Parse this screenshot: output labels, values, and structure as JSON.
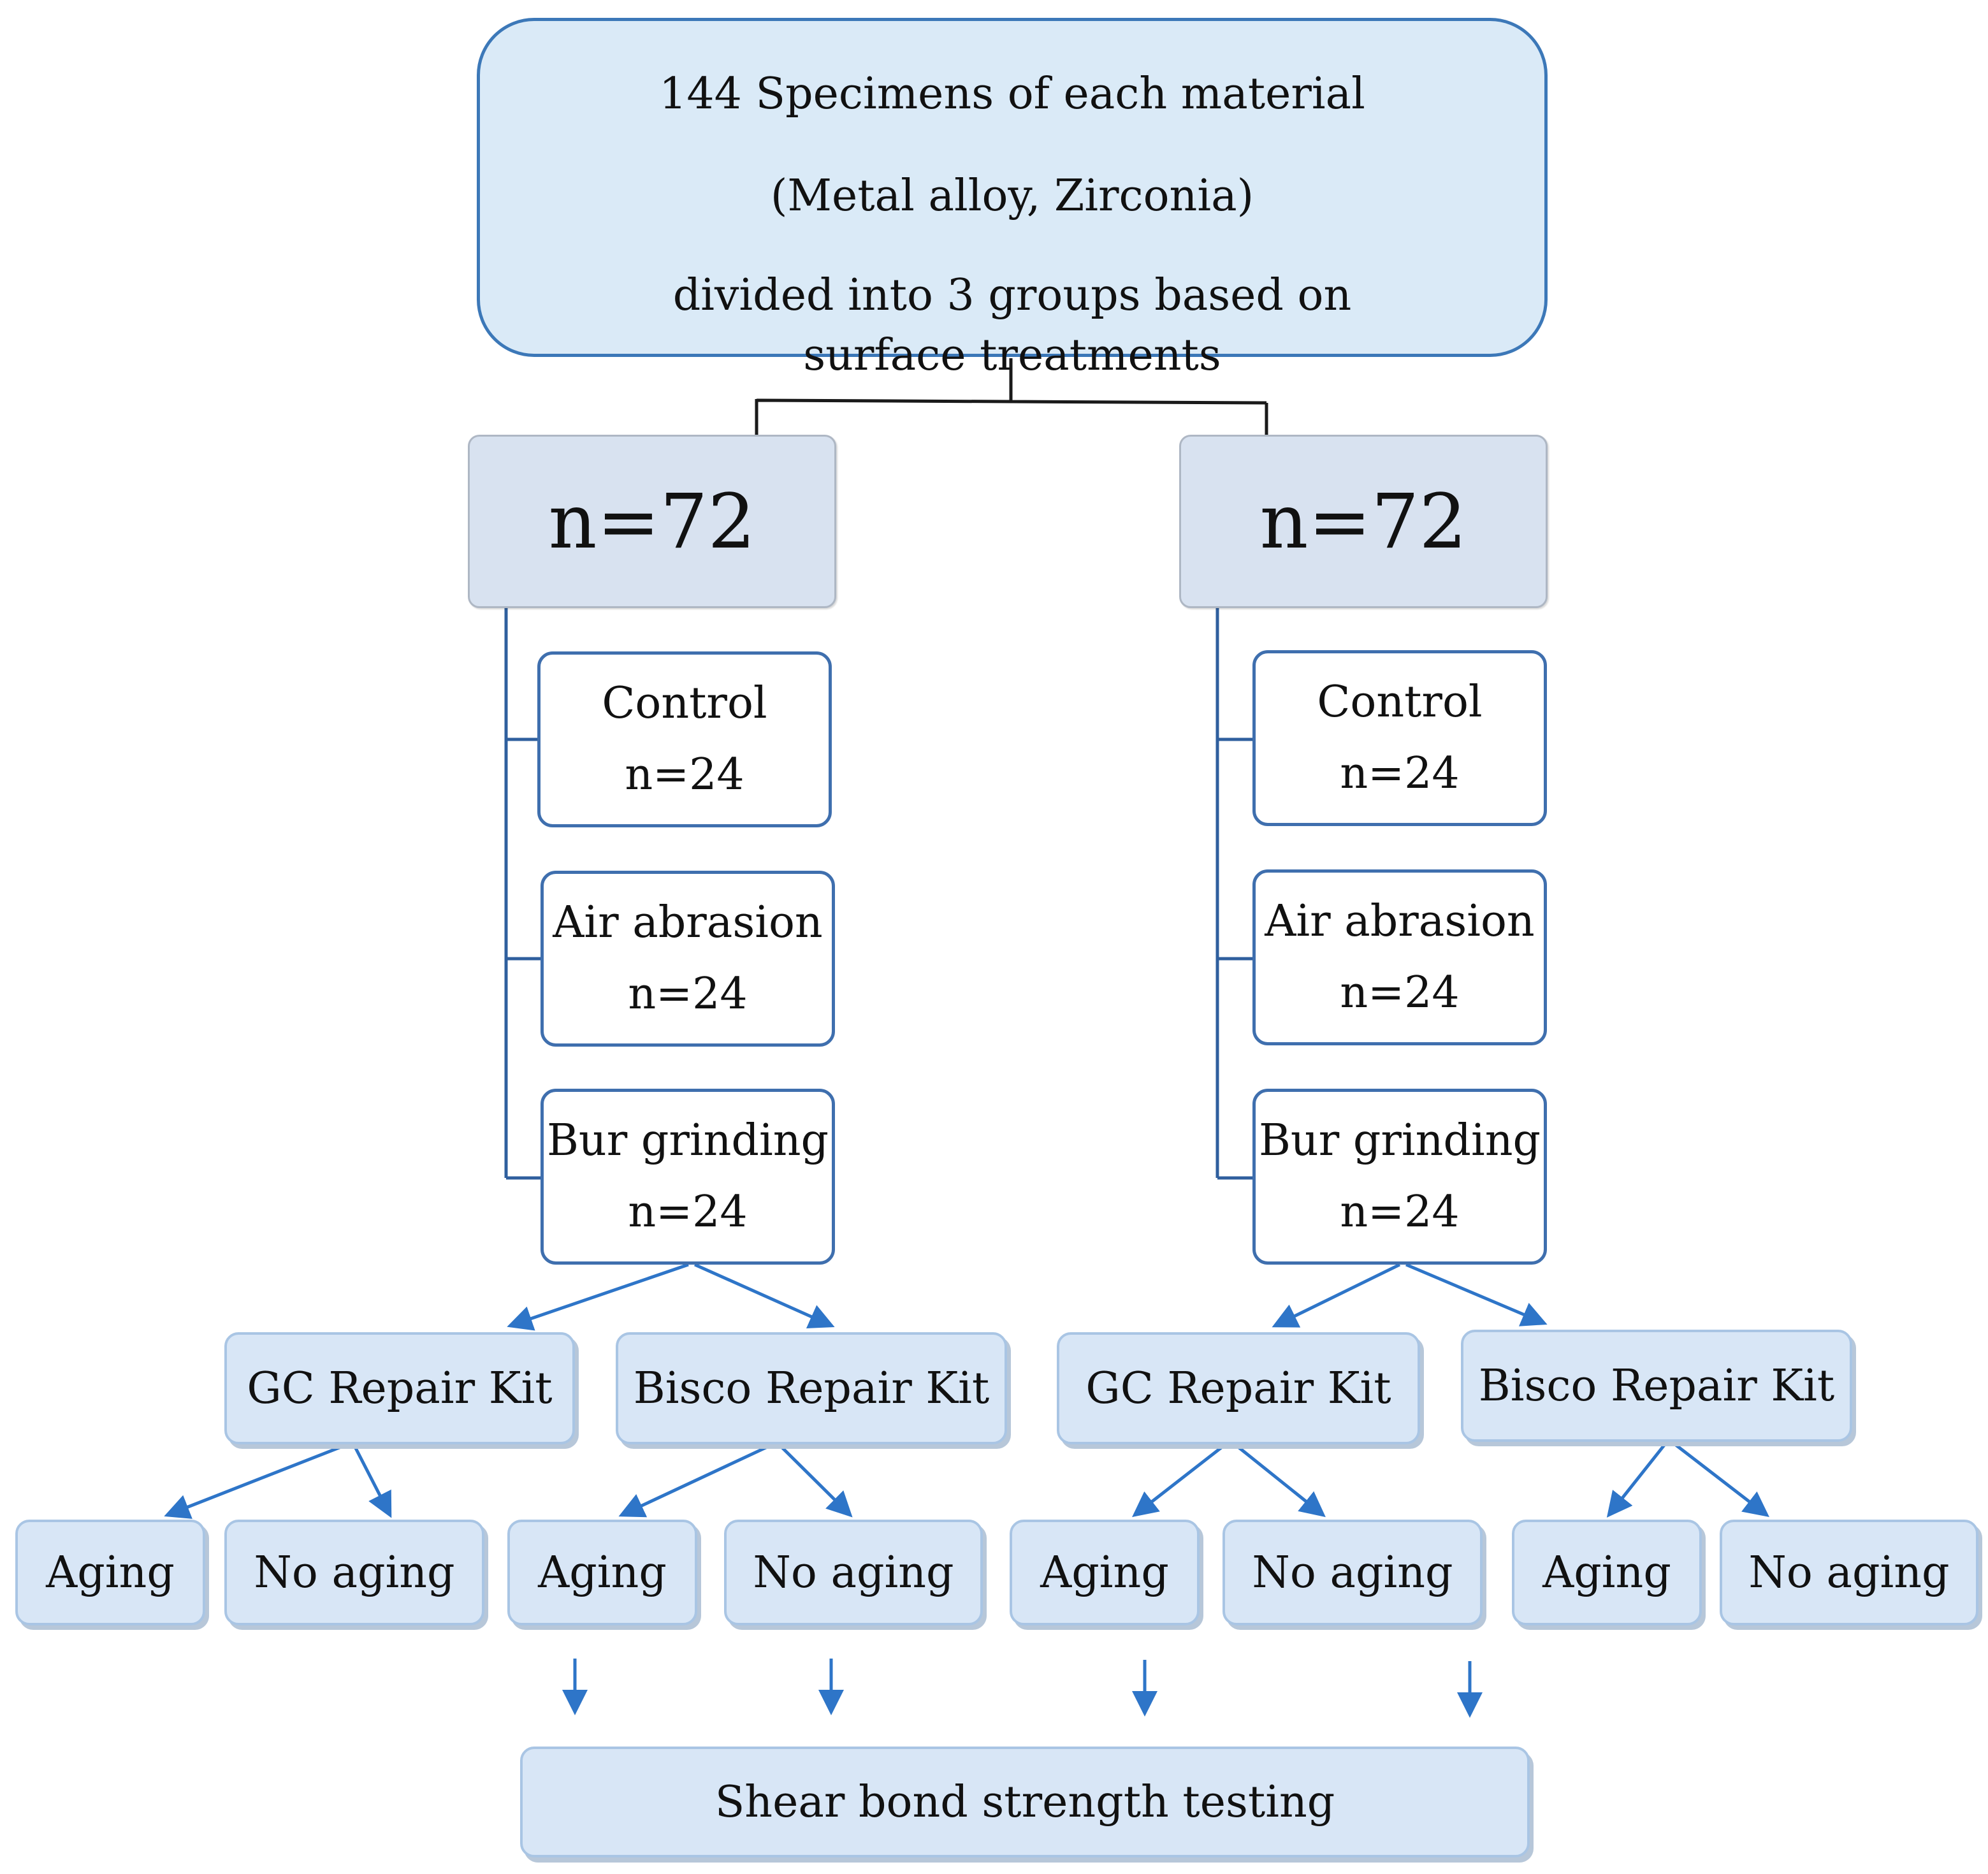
{
  "root": {
    "line1": "144 Specimens of each material",
    "line2": "(Metal alloy, Zirconia)",
    "line3": "divided into 3 groups based on surface treatments"
  },
  "groups": [
    {
      "label": "n=72",
      "treatments": [
        {
          "name": "Control",
          "n": "n=24"
        },
        {
          "name": "Air abrasion",
          "n": "n=24"
        },
        {
          "name": "Bur grinding",
          "n": "n=24"
        }
      ],
      "kits": [
        {
          "name": "GC Repair Kit",
          "aging": "Aging",
          "no_aging": "No aging"
        },
        {
          "name": "Bisco Repair Kit",
          "aging": "Aging",
          "no_aging": "No aging"
        }
      ]
    },
    {
      "label": "n=72",
      "treatments": [
        {
          "name": "Control",
          "n": "n=24"
        },
        {
          "name": "Air abrasion",
          "n": "n=24"
        },
        {
          "name": "Bur grinding",
          "n": "n=24"
        }
      ],
      "kits": [
        {
          "name": "GC Repair Kit",
          "aging": "Aging",
          "no_aging": "No aging"
        },
        {
          "name": "Bisco Repair Kit",
          "aging": "Aging",
          "no_aging": "No aging"
        }
      ]
    }
  ],
  "final": {
    "label": "Shear bond strength testing"
  },
  "colors": {
    "connector_dark": "#1a1a1a",
    "connector_blue": "#2f5f9e",
    "arrow_blue": "#2e75c8",
    "box_fill": "#d8e6f6",
    "box_border": "#a9c5e4"
  }
}
